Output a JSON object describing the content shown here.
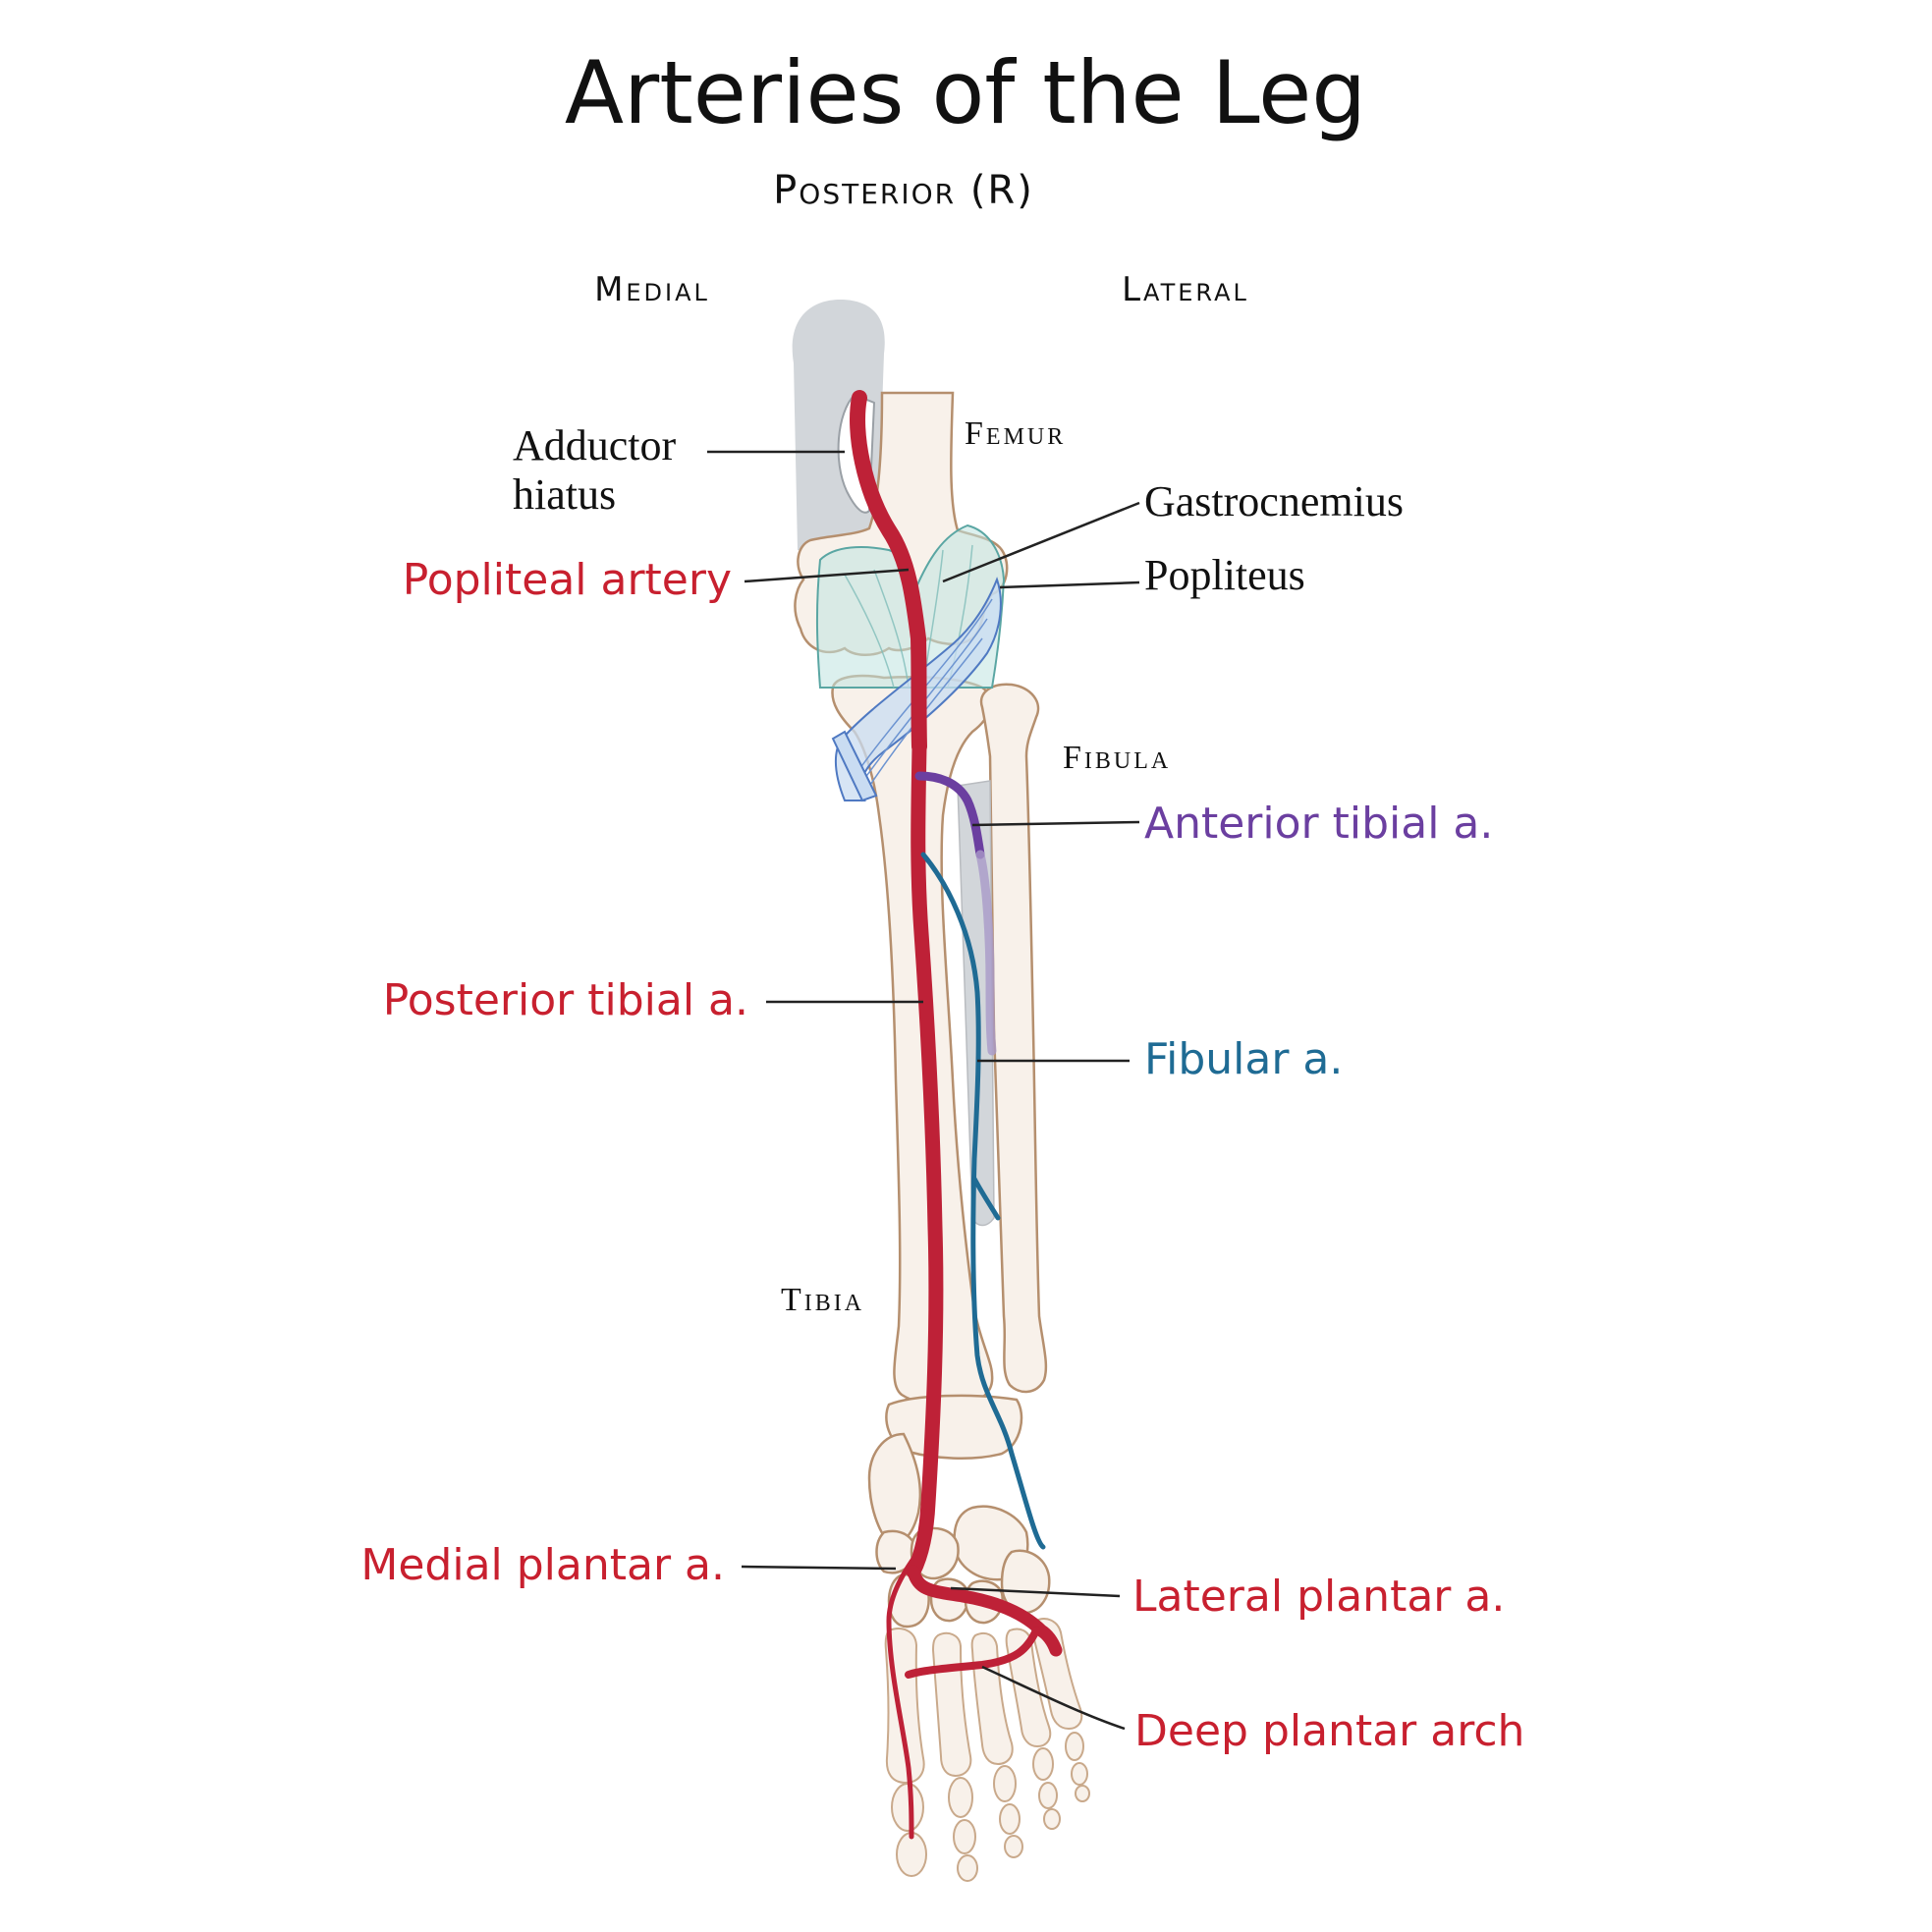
{
  "title": "Arteries of the Leg",
  "subtitle": "Posterior (R)",
  "orientation": {
    "medial": "Medial",
    "lateral": "Lateral"
  },
  "labels": {
    "adductor_hiatus_line1": "Adductor",
    "adductor_hiatus_line2": "hiatus",
    "femur": "Femur",
    "gastrocnemius": "Gastrocnemius",
    "popliteus": "Popliteus",
    "popliteal_artery": "Popliteal artery",
    "fibula": "Fibula",
    "anterior_tibial": "Anterior tibial a.",
    "posterior_tibial": "Posterior tibial a.",
    "fibular": "Fibular a.",
    "tibia": "Tibia",
    "medial_plantar": "Medial plantar a.",
    "lateral_plantar": "Lateral plantar a.",
    "deep_plantar_arch": "Deep plantar arch"
  },
  "colors": {
    "red_artery": "#be2137",
    "anterior_tibial": "#6b3fa0",
    "fibular": "#1f6b94",
    "red_label": "#c8202f",
    "purple_label": "#6b3fa0",
    "blue_label": "#1f6b94",
    "bone_fill": "#f8f1ea",
    "bone_outline": "#b58f6e",
    "adductor_gray": "#d2d6da",
    "gastrocnemius": "#bfe3e0",
    "popliteus": "#c9dcf2"
  }
}
